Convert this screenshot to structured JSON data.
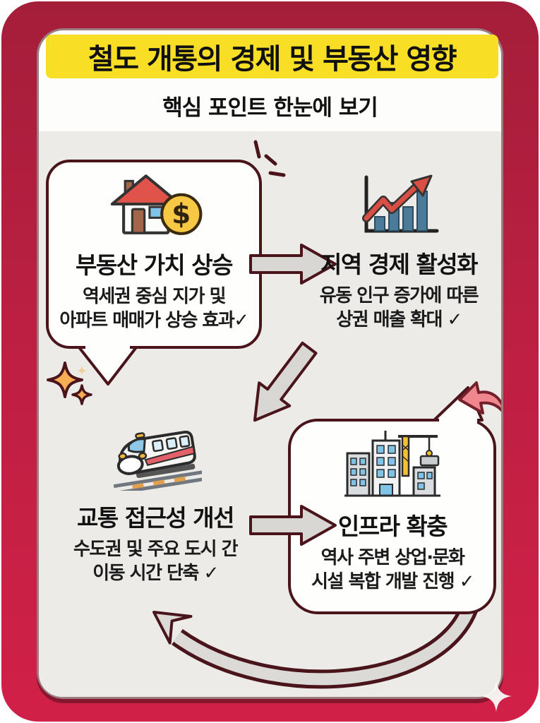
{
  "header": {
    "title": "철도 개통의 경제 및 부동산 영향",
    "subtitle": "핵심 포인트 한눈에 보기"
  },
  "nodes": [
    {
      "id": "real-estate",
      "icon": "house-coin-icon",
      "title": "부동산 가치 상승",
      "line1": "역세권 중심 지가 및",
      "line2": "아파트 매매가 상승 효과✓",
      "bubble": true
    },
    {
      "id": "local-economy",
      "icon": "growth-chart-icon",
      "title": "지역 경제 활성화",
      "line1": "유동 인구 증가에 따른",
      "line2": "상권 매출 확대 ✓",
      "bubble": false
    },
    {
      "id": "transport-access",
      "icon": "train-icon",
      "title": "교통 접근성 개선",
      "line1": "수도권 및 주요 도시 간",
      "line2": "이동 시간 단축 ✓",
      "bubble": false
    },
    {
      "id": "infrastructure",
      "icon": "buildings-crane-icon",
      "title": "인프라 확충",
      "line1": "역사 주변 상업·문화",
      "line2": "시설 복합 개발 진행 ✓",
      "bubble": true
    }
  ],
  "colors": {
    "frame_red_top": "#A41E3A",
    "frame_red_bottom": "#D12048",
    "title_highlight": "#F8DF25",
    "panel_bg": "#FDFDFC",
    "content_bg": "#ECEBE8",
    "outline_maroon": "#4A141B",
    "arrow_gray": "#D8D7D4",
    "accent_red_arrow": "#F0868E",
    "sparkle_orange": "#F6AE54"
  }
}
